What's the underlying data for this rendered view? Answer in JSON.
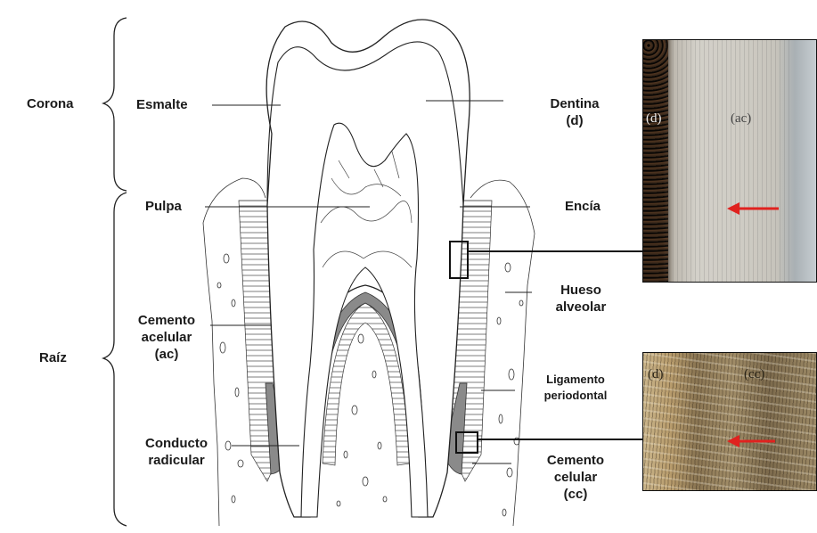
{
  "regions": {
    "crown": "Corona",
    "root": "Raíz"
  },
  "labels": {
    "enamel": "Esmalte",
    "dentin_1": "Dentina",
    "dentin_2": "(d)",
    "pulp": "Pulpa",
    "gingiva": "Encía",
    "bone_1": "Hueso",
    "bone_2": "alveolar",
    "acellular_1": "Cemento",
    "acellular_2": "acelular",
    "acellular_3": "(ac)",
    "ligament_1": "Ligamento",
    "ligament_2": "periodontal",
    "canal_1": "Conducto",
    "canal_2": "radicular",
    "cellular_1": "Cemento",
    "cellular_2": "celular",
    "cellular_3": "(cc)"
  },
  "micrographs": {
    "top": {
      "left_tag": "(d)",
      "right_tag": "(ac)"
    },
    "bottom": {
      "left_tag": "(d)",
      "right_tag": "(cc)"
    }
  },
  "colors": {
    "label": "#1a1a1a",
    "arrow": "#e0221f",
    "cementum_band": "#8a8a8a"
  }
}
